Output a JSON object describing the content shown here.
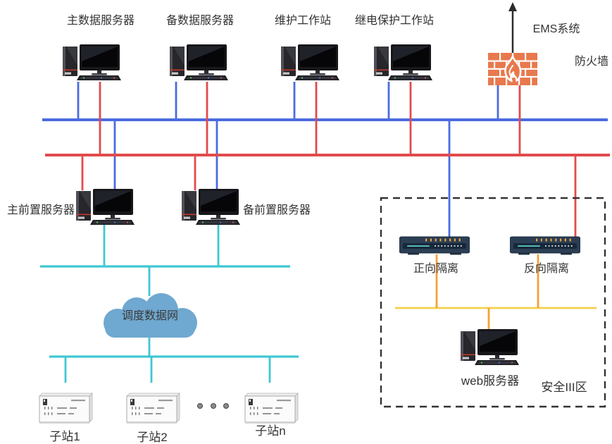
{
  "colors": {
    "lan_a_blue": "#4a6bdf",
    "lan_b_red": "#e14b4b",
    "dispatch_teal": "#3fc7d2",
    "zone3_yellow": "#f6cf4b",
    "zone3_orange": "#f5a137",
    "firewall_orange": "#e8794d",
    "cloud_blue": "#6fa8d0",
    "device_navy": "#2b3e54",
    "arrow_black": "#2b2b2b",
    "text": "#333333"
  },
  "top_workstations": [
    {
      "label": "主数据服务器"
    },
    {
      "label": "备数据服务器"
    },
    {
      "label": "维护工作站"
    },
    {
      "label": "继电保护工作站"
    }
  ],
  "ems": {
    "label": "EMS系统"
  },
  "firewall": {
    "label": "防火墙"
  },
  "front_servers": [
    {
      "label": "主前置服务器"
    },
    {
      "label": "备前置服务器"
    }
  ],
  "dispatch_cloud": {
    "label": "调度数据网"
  },
  "substations": [
    {
      "label": "子站1"
    },
    {
      "label": "子站2"
    },
    {
      "label": "子站n"
    }
  ],
  "isolation_devices": [
    {
      "label": "正向隔离"
    },
    {
      "label": "反向隔离"
    }
  ],
  "web_server": {
    "label": "web服务器"
  },
  "security_zone": {
    "label": "安全III区"
  }
}
